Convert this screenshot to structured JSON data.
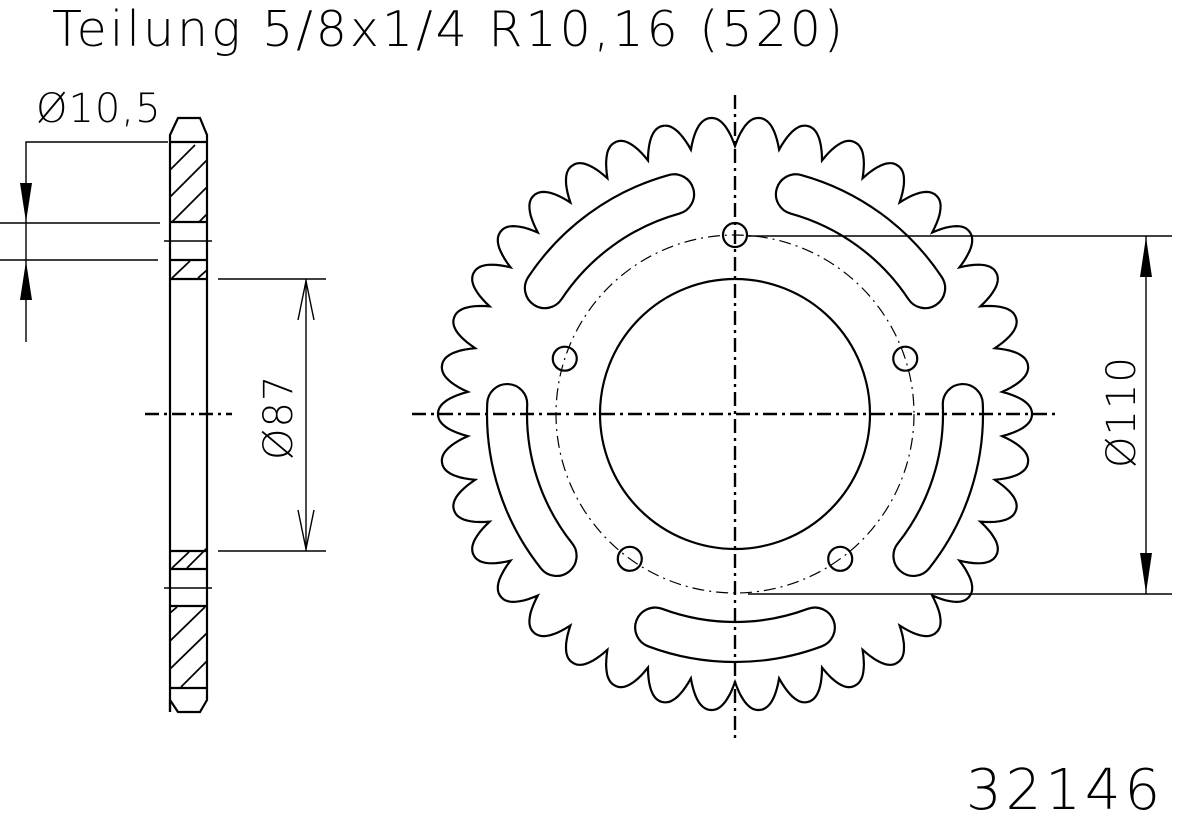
{
  "title": {
    "text": "Teilung 5/8x1/4 R10,16 (520)",
    "label": "Teilung",
    "pitch": "5/8x1/4",
    "roller_radius": "R10,16",
    "chain_size": "(520)"
  },
  "dimensions": {
    "bolt_hole_diameter": "Ø10,5",
    "center_bore_diameter": "Ø87",
    "bolt_circle_diameter": "Ø110"
  },
  "part_number": "32146",
  "sprocket": {
    "teeth": 38,
    "bolt_holes": 5,
    "lightening_slots": 5,
    "color": "#000000",
    "background": "#ffffff"
  }
}
